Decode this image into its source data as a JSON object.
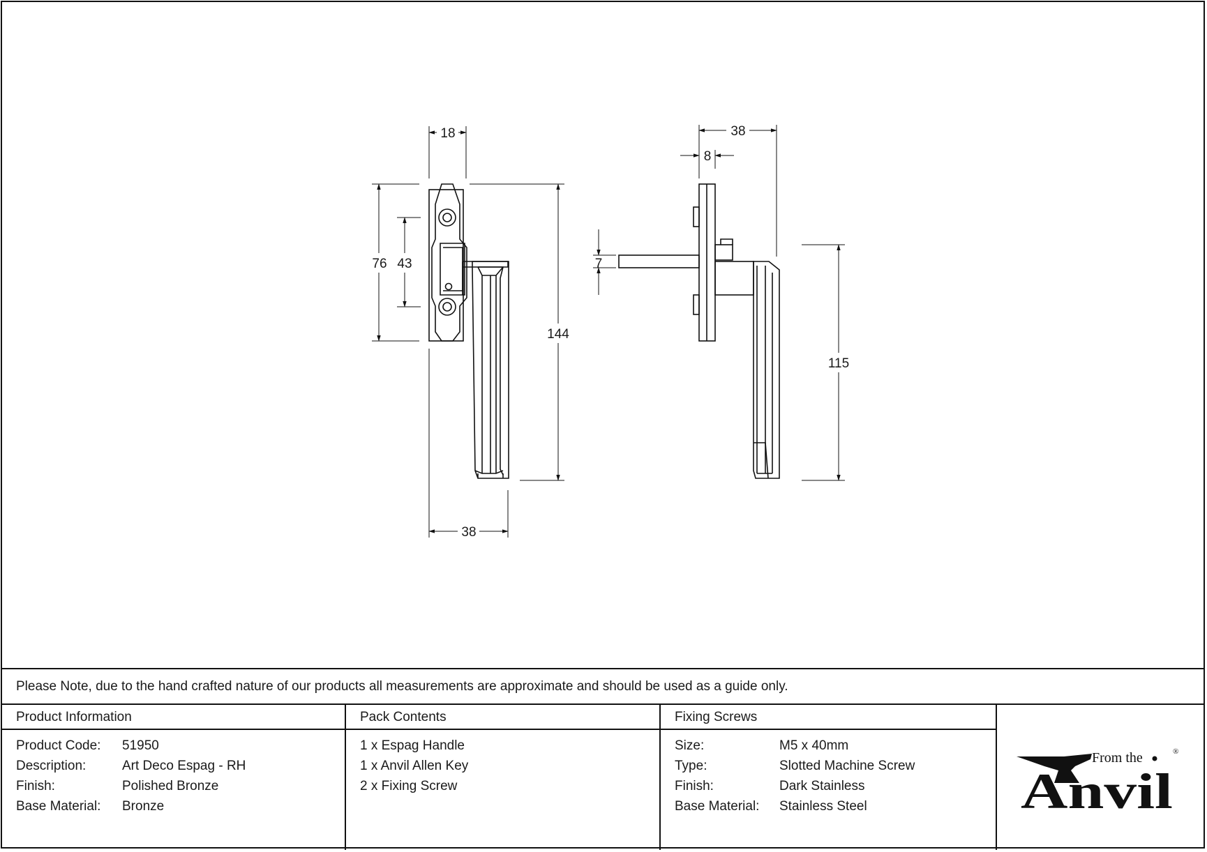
{
  "dimensions": {
    "front_top_width": "18",
    "front_height_outer": "76",
    "front_height_inner": "43",
    "front_total_height": "144",
    "front_bottom_width": "38",
    "side_top_width": "38",
    "side_plate_width": "8",
    "side_spindle": "7",
    "side_handle_length": "115"
  },
  "note": "Please Note, due to the hand crafted nature of our products all measurements are approximate and should be used as a guide only.",
  "product_info": {
    "heading": "Product Information",
    "rows": [
      {
        "key": "Product Code:",
        "value": "51950"
      },
      {
        "key": "Description:",
        "value": "Art Deco Espag - RH"
      },
      {
        "key": "Finish:",
        "value": "Polished Bronze"
      },
      {
        "key": "Base Material:",
        "value": "Bronze"
      }
    ]
  },
  "pack_contents": {
    "heading": "Pack Contents",
    "items": [
      "1 x Espag Handle",
      "1 x Anvil Allen Key",
      "2 x Fixing Screw"
    ]
  },
  "fixing_screws": {
    "heading": "Fixing Screws",
    "rows": [
      {
        "key": "Size:",
        "value": "M5 x 40mm"
      },
      {
        "key": "Type:",
        "value": "Slotted Machine Screw"
      },
      {
        "key": "Finish:",
        "value": "Dark Stainless"
      },
      {
        "key": "Base Material:",
        "value": "Stainless Steel"
      }
    ]
  },
  "logo": {
    "small": "From the",
    "big": "Anvil",
    "mark": "®"
  },
  "colors": {
    "line": "#111111",
    "text": "#1a1a1a",
    "background": "#ffffff"
  }
}
